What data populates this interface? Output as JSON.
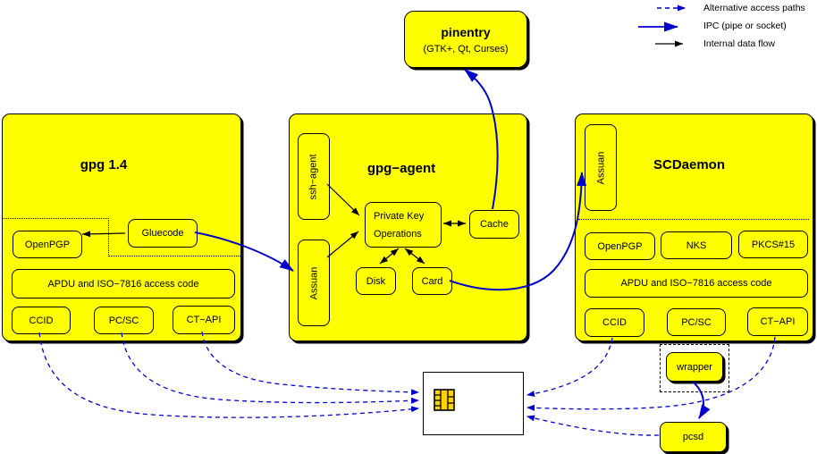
{
  "legend": {
    "items": [
      {
        "label": "Alternative access paths",
        "style": "dashed-blue"
      },
      {
        "label": "IPC (pipe or socket)",
        "style": "solid-blue"
      },
      {
        "label": "Internal data flow",
        "style": "solid-black"
      }
    ]
  },
  "pinentry": {
    "title": "pinentry",
    "subtitle": "(GTK+, Qt, Curses)"
  },
  "gpg14": {
    "title": "gpg 1.4",
    "modules": {
      "openpgp": "OpenPGP",
      "gluecode": "Gluecode",
      "apdu": "APDU and ISO−7816 access code",
      "ccid": "CCID",
      "pcsc": "PC/SC",
      "ctapi": "CT−API"
    }
  },
  "gpg_agent": {
    "title": "gpg−agent",
    "modules": {
      "ssh_agent": "ssh−agent",
      "assuan": "Assuan",
      "pko_line1": "Private Key",
      "pko_line2": "Operations",
      "cache": "Cache",
      "disk": "Disk",
      "card": "Card"
    }
  },
  "scdaemon": {
    "title": "SCDaemon",
    "modules": {
      "assuan": "Assuan",
      "openpgp": "OpenPGP",
      "nks": "NKS",
      "pkcs15": "PKCS#15",
      "apdu": "APDU and ISO−7816 access code",
      "ccid": "CCID",
      "pcsc": "PC/SC",
      "ctapi": "CT−API"
    }
  },
  "external": {
    "wrapper": "wrapper",
    "pcsd": "pcsd"
  },
  "colors": {
    "box_fill": "#ffff00",
    "ipc_blue": "#0000cc",
    "black": "#000000"
  }
}
